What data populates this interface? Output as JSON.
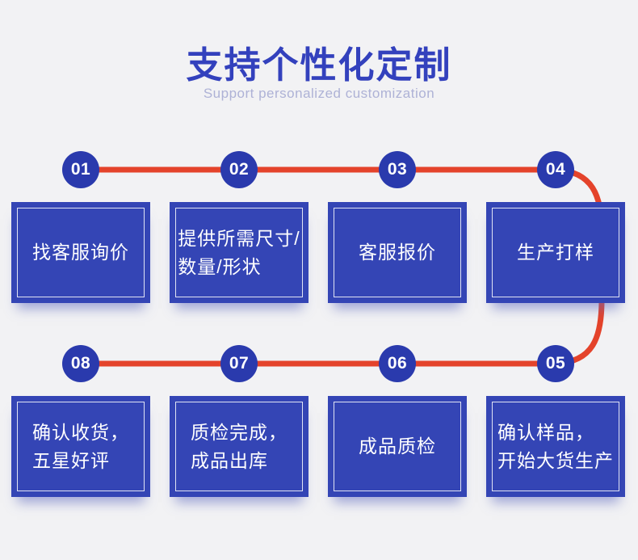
{
  "header": {
    "title": "支持个性化定制",
    "subtitle": "Support personalized customization"
  },
  "colors": {
    "background": "#F2F2F4",
    "title-blue": "#3341BD",
    "subtitle-gray": "#AEB2D6",
    "circle-blue": "#2A3AAD",
    "box-blue": "#3445B5",
    "accent-red": "#E4432B",
    "box-text": "#FFFFFF"
  },
  "steps": [
    {
      "number": "01",
      "label": "找客服询价"
    },
    {
      "number": "02",
      "label": "提供所需尺寸/\n数量/形状"
    },
    {
      "number": "03",
      "label": "客服报价"
    },
    {
      "number": "04",
      "label": "生产打样"
    },
    {
      "number": "05",
      "label": "确认样品，\n开始大货生产"
    },
    {
      "number": "06",
      "label": "成品质检"
    },
    {
      "number": "07",
      "label": "质检完成，\n成品出库"
    },
    {
      "number": "08",
      "label": "确认收货，\n五星好评"
    }
  ]
}
